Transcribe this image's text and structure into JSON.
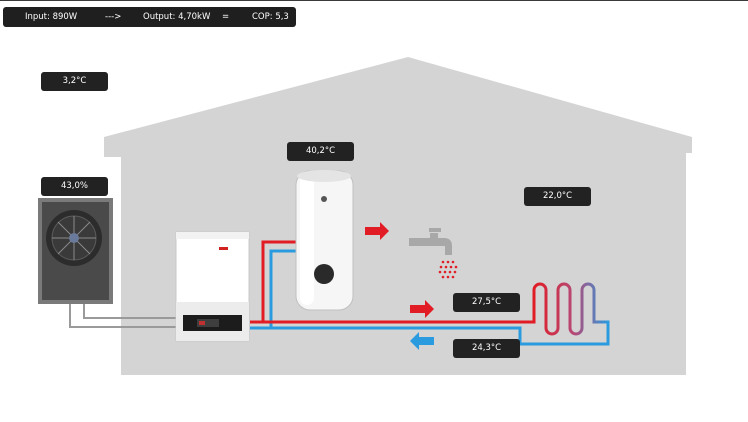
{
  "status": {
    "input": "Input: 890W",
    "arrow": "--->",
    "output": "Output: 4,70kW",
    "equals": "=",
    "cop": "COP: 5,3"
  },
  "readings": {
    "outdoor_temp": "3,2°C",
    "outdoor_unit_load": "43,0%",
    "tank_temp": "40,2°C",
    "room_temp": "22,0°C",
    "flow_temp": "27,5°C",
    "return_temp": "24,3°C"
  },
  "colors": {
    "house": "#d4d4d4",
    "supply_pipe": "#e11c25",
    "return_pipe": "#2b9be0",
    "cable": "#9a9a9a",
    "tag_bg": "#222222"
  },
  "icons": [
    "heat-pump-outdoor-unit-icon",
    "indoor-unit-icon",
    "hot-water-tank-icon",
    "faucet-icon",
    "underfloor-heating-icon"
  ]
}
